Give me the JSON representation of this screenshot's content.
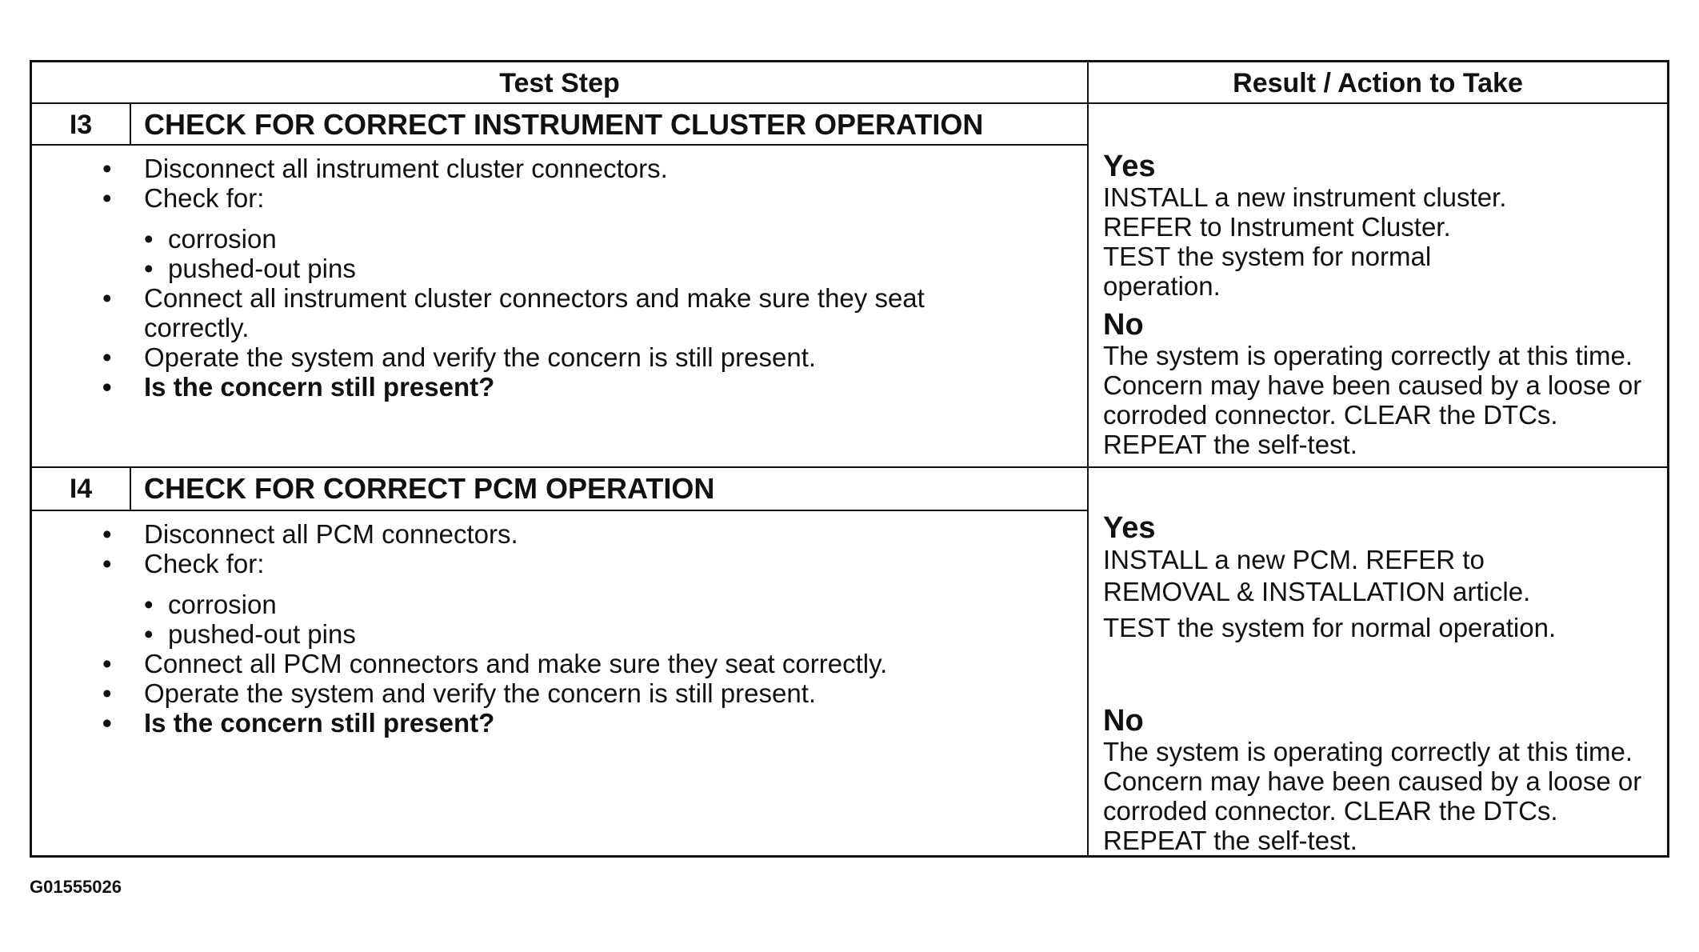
{
  "table": {
    "headers": {
      "test_step": "Test Step",
      "result": "Result / Action to Take"
    },
    "steps": [
      {
        "id": "I3",
        "title": "CHECK FOR CORRECT INSTRUMENT CLUSTER OPERATION",
        "actions": {
          "a1": "Disconnect all instrument cluster connectors.",
          "a2": "Check for:",
          "sub1": "corrosion",
          "sub2": "pushed-out pins",
          "a3": "Connect all instrument cluster connectors and make sure they seat correctly.",
          "a4": "Operate the system and verify the concern is still present.",
          "question": "Is the concern still present?"
        },
        "yes_label": "Yes",
        "yes_lines": [
          "INSTALL a new instrument cluster.",
          "REFER to Instrument Cluster.",
          "TEST the system for normal operation."
        ],
        "no_label": "No",
        "no_text": "The system is operating correctly at this time. Concern may have been caused by a loose or corroded connector. CLEAR the DTCs. REPEAT the self-test."
      },
      {
        "id": "I4",
        "title": "CHECK FOR CORRECT PCM OPERATION",
        "actions": {
          "a1": "Disconnect all PCM connectors.",
          "a2": "Check for:",
          "sub1": "corrosion",
          "sub2": "pushed-out pins",
          "a3": "Connect all PCM connectors and make sure they seat correctly.",
          "a4": "Operate the system and verify the concern is still present.",
          "question": "Is the concern still present?"
        },
        "yes_label": "Yes",
        "yes_lines": [
          "INSTALL a new PCM. REFER to REMOVAL & INSTALLATION article.",
          "TEST the system for normal operation."
        ],
        "no_label": "No",
        "no_text": "The system is operating correctly at this time. Concern may have been caused by a loose or corroded connector. CLEAR the DTCs. REPEAT the self-test."
      }
    ]
  },
  "figure_id": "G01555026"
}
